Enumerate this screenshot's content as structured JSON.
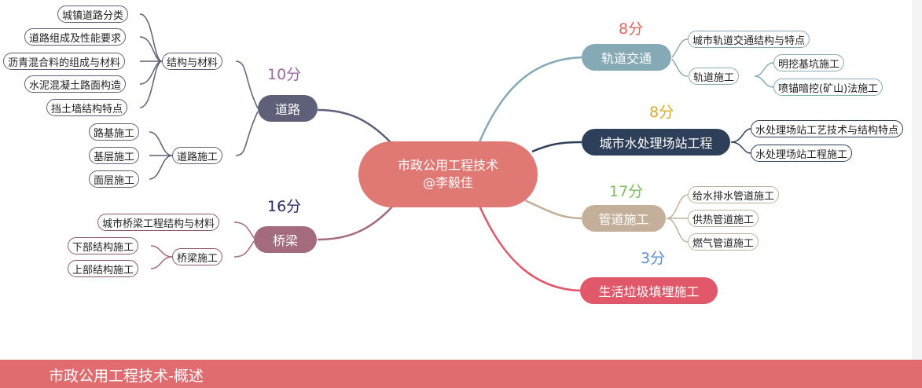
{
  "center": {
    "line1": "市政公用工程技术",
    "line2": "@李毅佳"
  },
  "footer": {
    "title": "市政公用工程技术-概述"
  },
  "road": {
    "label": "道路",
    "score": "10分",
    "groups": {
      "structure": {
        "label": "结构与材料",
        "items": [
          "城镇道路分类",
          "道路组成及性能要求",
          "沥青混合料的组成与材料",
          "水泥混凝土路面构造",
          "挡土墙结构特点"
        ]
      },
      "construction": {
        "label": "道路施工",
        "items": [
          "路基施工",
          "基层施工",
          "面层施工"
        ]
      }
    }
  },
  "bridge": {
    "label": "桥梁",
    "score": "16分",
    "items": [
      "城市桥梁工程结构与材料"
    ],
    "groups": {
      "construction": {
        "label": "桥梁施工",
        "items": [
          "下部结构施工",
          "上部结构施工"
        ]
      }
    }
  },
  "rail": {
    "label": "轨道交通",
    "score": "8分",
    "items": [
      "城市轨道交通结构与特点"
    ],
    "groups": {
      "construction": {
        "label": "轨道施工",
        "items": [
          "明挖基坑施工",
          "喷锚暗挖(矿山)法施工"
        ]
      }
    }
  },
  "water": {
    "label": "城市水处理场站工程",
    "score": "8分",
    "items": [
      "水处理场站工艺技术与结构特点",
      "水处理场站工程施工"
    ]
  },
  "pipe": {
    "label": "管道施工",
    "score": "17分",
    "items": [
      "给水排水管道施工",
      "供热管道施工",
      "燃气管道施工"
    ]
  },
  "waste": {
    "label": "生活垃圾填埋施工",
    "score": "3分"
  },
  "colors": {
    "road": "#5d6078",
    "bridge": "#a46a7d",
    "rail": "#86a9b6",
    "water": "#2e3f5a",
    "pipe": "#c4b09a",
    "waste": "#e0586a",
    "center": "#e07873",
    "score_road": "#9b6b9f",
    "score_bridge": "#2b2d6a",
    "score_rail": "#e0675a",
    "score_water": "#d9ad2b",
    "score_pipe": "#7cbf5a",
    "score_waste": "#5a8fd0"
  }
}
